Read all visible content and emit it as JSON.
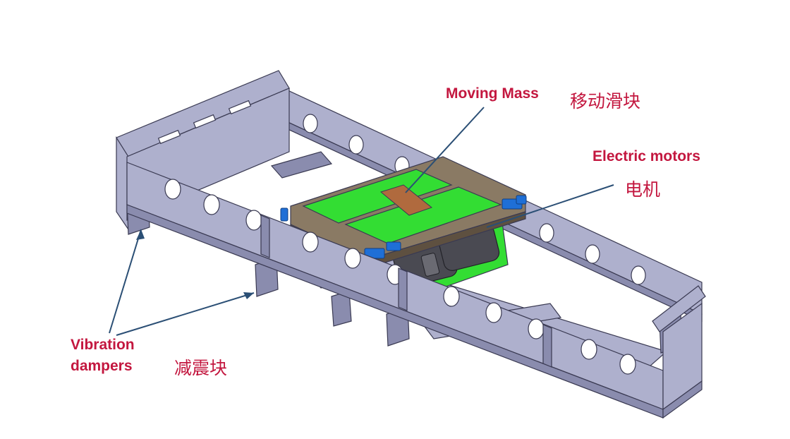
{
  "colors": {
    "label": "#c3173f",
    "leader": "#2b4f75",
    "frame": "#aeb0cd",
    "frame_dark": "#8a8cae",
    "outline": "#3a3a52",
    "mass_green": "#33dd33",
    "mass_body": "#8a7a64",
    "mass_dark": "#5e5040",
    "motor": "#4a4a52",
    "strip": "#b06a3e",
    "bumper": "#1f6fd6"
  },
  "labels": {
    "moving_mass_en": "Moving Mass",
    "moving_mass_zh": "移动滑块",
    "electric_motors_en": "Electric motors",
    "electric_motors_zh": "电机",
    "vibration_dampers_line1": "Vibration",
    "vibration_dampers_line2": "dampers",
    "vibration_dampers_zh": "减震块"
  }
}
